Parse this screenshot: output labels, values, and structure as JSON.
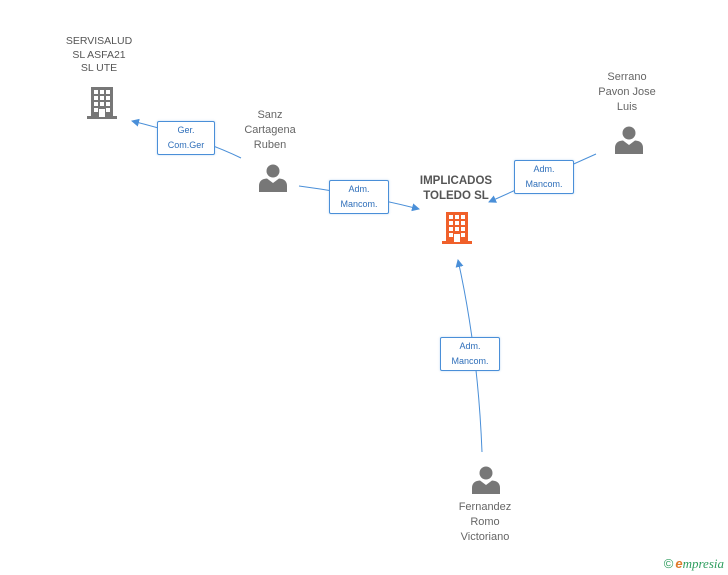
{
  "nodes": {
    "main": {
      "lines": [
        "IMPLICADOS",
        "TOLEDO SL"
      ],
      "color": "#f0602a",
      "kind": "company"
    },
    "servisalud": {
      "lines": [
        "SERVISALUD",
        "SL ASFA21",
        "SL UTE"
      ],
      "color": "#777777",
      "kind": "company"
    },
    "sanz": {
      "lines": [
        "Sanz",
        "Cartagena",
        "Ruben"
      ],
      "kind": "person"
    },
    "serrano": {
      "lines": [
        "Serrano",
        "Pavon Jose",
        "Luis"
      ],
      "kind": "person"
    },
    "fernandez": {
      "lines": [
        "Fernandez",
        "Romo",
        "Victoriano"
      ],
      "kind": "person"
    }
  },
  "edges": {
    "sanz_servisalud": {
      "lines": [
        "Ger.",
        "Com.Ger"
      ]
    },
    "sanz_main": {
      "lines": [
        "Adm.",
        "Mancom."
      ]
    },
    "serrano_main": {
      "lines": [
        "Adm.",
        "Mancom."
      ]
    },
    "fernandez_main": {
      "lines": [
        "Adm.",
        "Mancom."
      ]
    }
  },
  "colors": {
    "edge": "#4a8fd8",
    "person": "#777777"
  },
  "brand": {
    "copyright": "©",
    "initial": "e",
    "name": "mpresia"
  }
}
